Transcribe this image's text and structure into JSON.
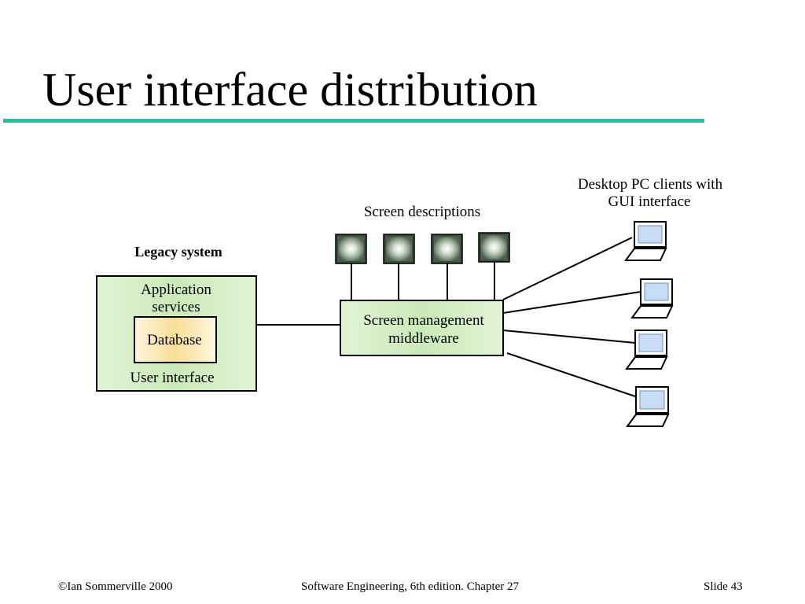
{
  "slide": {
    "title": "User interface distribution",
    "accent_color": "#1dc4a2"
  },
  "diagram": {
    "legacy_system": {
      "heading": "Legacy system",
      "services_line1": "Application",
      "services_line2": "services",
      "database": "Database",
      "user_interface": "User interface",
      "fill_color": "#d7efc8",
      "database_fill_color": "#fbe7b0"
    },
    "screen_descriptions": {
      "label": "Screen descriptions",
      "icon": "screen-description-icon",
      "count": 4
    },
    "middleware": {
      "line1": "Screen management",
      "line2": "middleware",
      "fill_color": "#d7efc8"
    },
    "clients": {
      "label_line1": "Desktop PC clients with",
      "label_line2": "GUI interface",
      "icon": "laptop-icon",
      "screen_color": "#c9dcf6",
      "count": 4
    }
  },
  "footer": {
    "copyright": "©Ian Sommerville 2000",
    "book": "Software Engineering, 6th edition. Chapter 27",
    "slide_number": "Slide 43"
  }
}
